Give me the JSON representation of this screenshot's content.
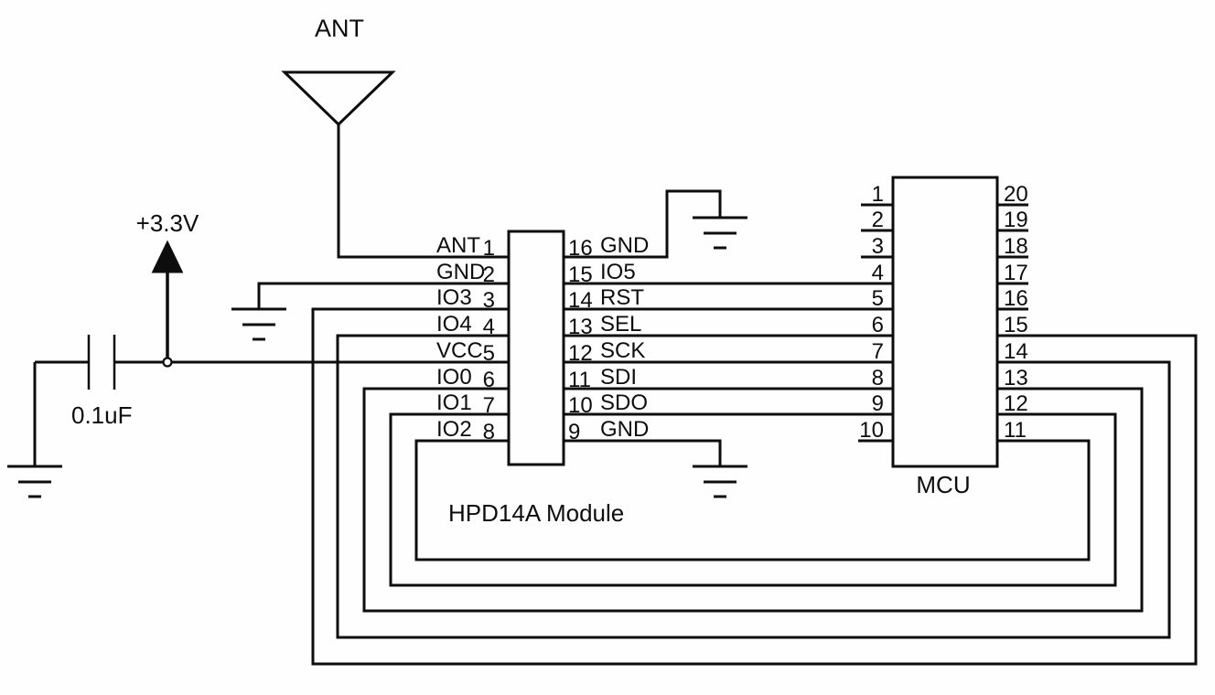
{
  "schematic": {
    "antenna_label": "ANT",
    "power_label": "+3.3V",
    "capacitor_label": "0.1uF",
    "module": {
      "name": "HPD14A Module",
      "left_pins": [
        {
          "name": "ANT",
          "num": "1"
        },
        {
          "name": "GND",
          "num": "2"
        },
        {
          "name": "IO3",
          "num": "3"
        },
        {
          "name": "IO4",
          "num": "4"
        },
        {
          "name": "VCC",
          "num": "5"
        },
        {
          "name": "IO0",
          "num": "6"
        },
        {
          "name": "IO1",
          "num": "7"
        },
        {
          "name": "IO2",
          "num": "8"
        }
      ],
      "right_pins": [
        {
          "num": "16",
          "name": "GND"
        },
        {
          "num": "15",
          "name": "IO5"
        },
        {
          "num": "14",
          "name": "RST"
        },
        {
          "num": "13",
          "name": "SEL"
        },
        {
          "num": "12",
          "name": "SCK"
        },
        {
          "num": "11",
          "name": "SDI"
        },
        {
          "num": "10",
          "name": "SDO"
        },
        {
          "num": "9",
          "name": "GND"
        }
      ]
    },
    "mcu": {
      "name": "MCU",
      "left_pins": [
        "1",
        "2",
        "3",
        "4",
        "5",
        "6",
        "7",
        "8",
        "9",
        "10"
      ],
      "right_pins": [
        "20",
        "19",
        "18",
        "17",
        "16",
        "15",
        "14",
        "13",
        "12",
        "11"
      ]
    }
  }
}
